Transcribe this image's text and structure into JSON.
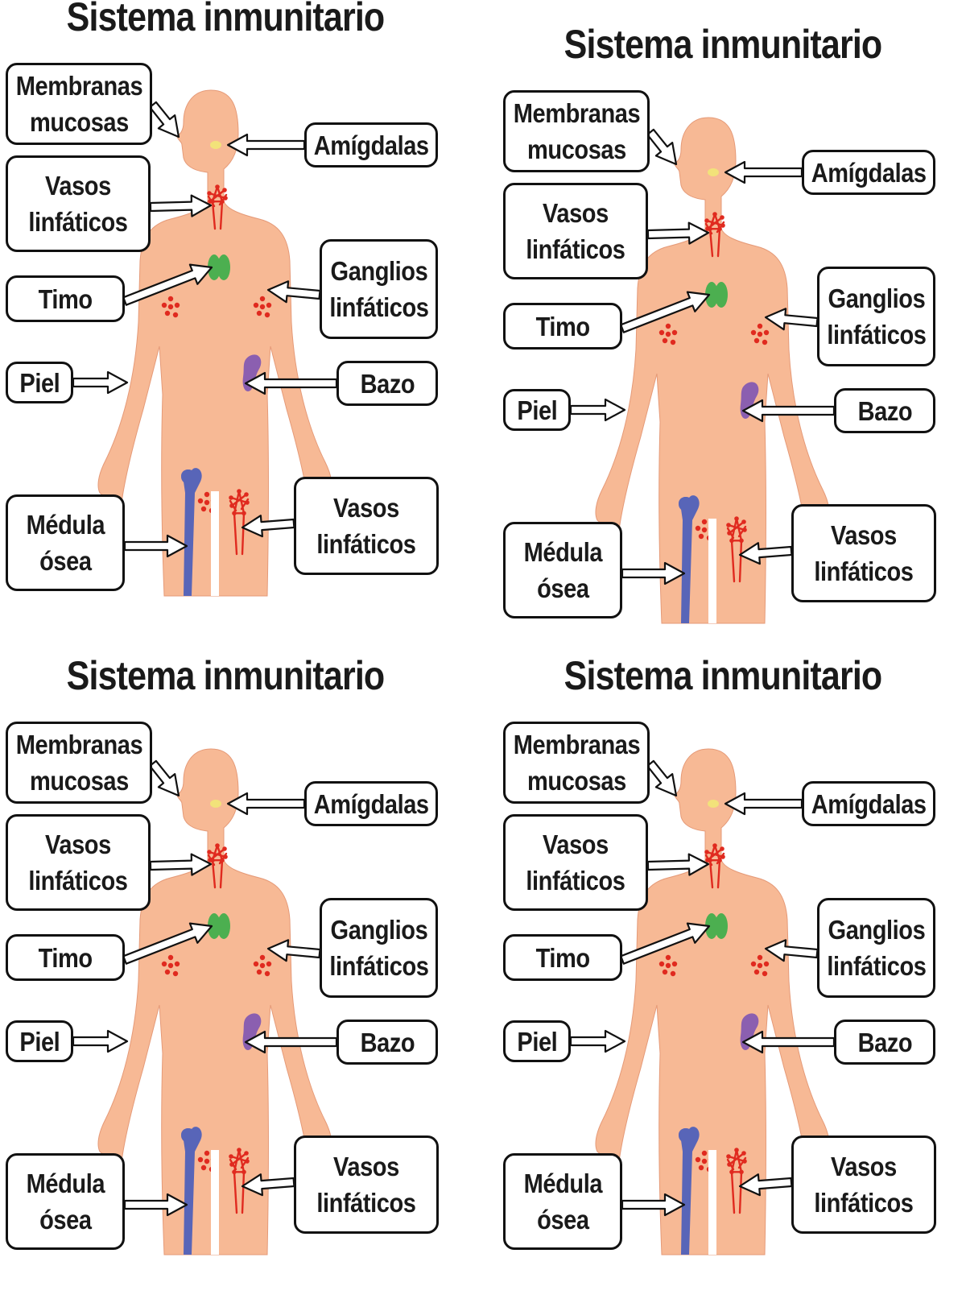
{
  "panels": [
    {
      "title": "Sistema inmunitario",
      "labels": {
        "membranas": "Membranas\nmucosas",
        "amigdalas": "Amígdalas",
        "vasos_cuello": "Vasos\nlinfáticos",
        "ganglios": "Ganglios\nlinfáticos",
        "timo": "Timo",
        "piel": "Piel",
        "bazo": "Bazo",
        "medula": "Médula\nósea",
        "vasos_pierna": "Vasos\nlinfáticos"
      }
    },
    {
      "title": "Sistema inmunitario",
      "labels": {
        "membranas": "Membranas\nmucosas",
        "amigdalas": "Amígdalas",
        "vasos_cuello": "Vasos\nlinfáticos",
        "ganglios": "Ganglios\nlinfáticos",
        "timo": "Timo",
        "piel": "Piel",
        "bazo": "Bazo",
        "medula": "Médula\nósea",
        "vasos_pierna": "Vasos\nlinfáticos"
      }
    },
    {
      "title": "Sistema inmunitario",
      "labels": {
        "membranas": "Membranas\nmucosas",
        "amigdalas": "Amígdalas",
        "vasos_cuello": "Vasos\nlinfáticos",
        "ganglios": "Ganglios\nlinfáticos",
        "timo": "Timo",
        "piel": "Piel",
        "bazo": "Bazo",
        "medula": "Médula\nósea",
        "vasos_pierna": "Vasos\nlinfáticos"
      }
    },
    {
      "title": "Sistema inmunitario",
      "labels": {
        "membranas": "Membranas\nmucosas",
        "amigdalas": "Amígdalas",
        "vasos_cuello": "Vasos\nlinfáticos",
        "ganglios": "Ganglios\nlinfáticos",
        "timo": "Timo",
        "piel": "Piel",
        "bazo": "Bazo",
        "medula": "Médula\nósea",
        "vasos_pierna": "Vasos\nlinfáticos"
      }
    }
  ],
  "colors": {
    "body": "#f7b995",
    "lymph": "#e02a1f",
    "thymus": "#4caf50",
    "spleen": "#8b5fb0",
    "bone": "#5865b8",
    "tonsil": "#f2e27a",
    "outline": "#111111"
  }
}
